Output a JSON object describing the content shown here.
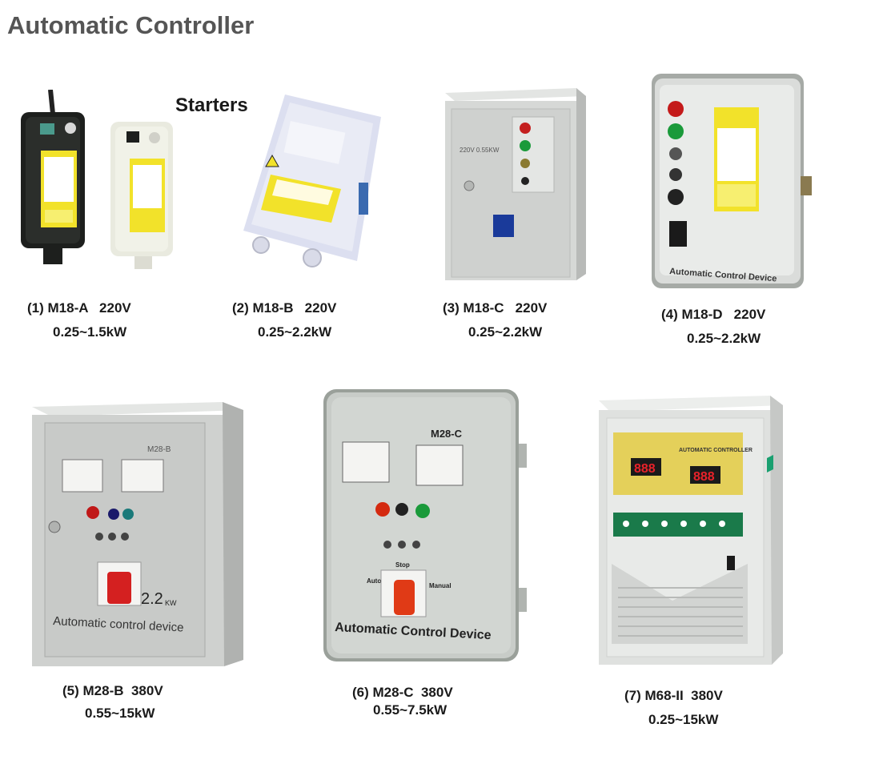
{
  "page": {
    "title": "Automatic Controller",
    "group_label": "Starters"
  },
  "products": [
    {
      "model": "(1) M18-A   220V",
      "power": "0.25~1.5kW"
    },
    {
      "model": "(2) M18-B   220V",
      "power": "0.25~2.2kW"
    },
    {
      "model": "(3) M18-C   220V",
      "power": "0.25~2.2kW"
    },
    {
      "model": "(4) M18-D   220V",
      "power": "0.25~2.2kW"
    },
    {
      "model": "(5) M28-B  380V",
      "power": "0.55~15kW"
    },
    {
      "model": "(6) M28-C  380V",
      "power": "0.55~7.5kW"
    },
    {
      "model": "(7) M68-II  380V",
      "power": "0.25~15kW"
    }
  ],
  "device_text": {
    "m18c_rating": "220V  0.55KW",
    "m18d_label": "Automatic Control Device",
    "m28b_model": "M28-B",
    "m28b_power": "2.2",
    "m28b_power_unit": "KW",
    "m28b_label": "Automatic control device",
    "m28c_model": "M28-C",
    "m28c_switch_stop": "Stop",
    "m28c_switch_auto": "Auto",
    "m28c_switch_manual": "Manual",
    "m28c_label": "Automatic Control Device",
    "m68_header": "AUTOMATIC CONTROLLER",
    "m68_display_1": "888",
    "m68_display_2": "888"
  },
  "colors": {
    "title": "#555555",
    "caption": "#1a1a1a",
    "panel_grey": "#d6d8d6",
    "indicator_red": "#d21a1a",
    "indicator_green": "#1a9a3a",
    "switch_red": "#e03a16",
    "warning_yellow": "#f2e22a",
    "display_red": "#e8222a"
  }
}
